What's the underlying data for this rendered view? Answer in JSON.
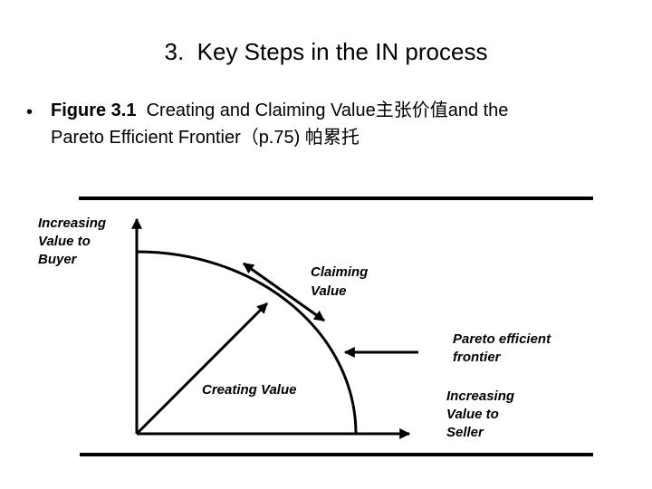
{
  "slide": {
    "title": "3.  Key Steps in the IN process",
    "bullet": {
      "marker": "•",
      "line1_bold": "Figure 3.1",
      "line1_rest": "  Creating and Claiming Value主张价值and the",
      "line2": "Pareto Efficient Frontier（p.75) 帕累托"
    }
  },
  "figure": {
    "labels": {
      "increasing_buyer": "Increasing\nValue to\nBuyer",
      "claiming_value": "Claiming\nValue",
      "pareto_frontier": "Pareto efficient\nfrontier",
      "creating_value": "Creating Value",
      "increasing_seller": "Increasing\nValue to\nSeller"
    },
    "colors": {
      "ink": "#000000",
      "background": "#ffffff"
    }
  }
}
